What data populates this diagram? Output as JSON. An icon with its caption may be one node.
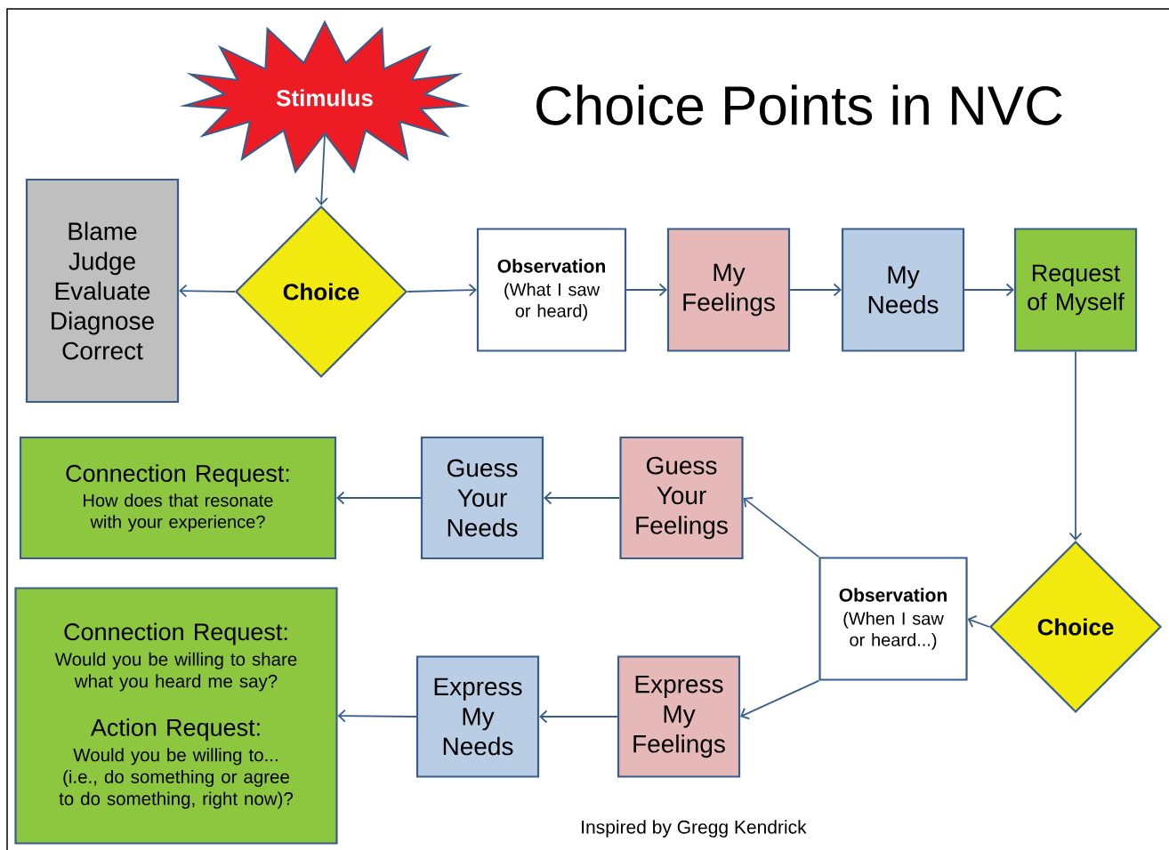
{
  "diagram": {
    "title": "Choice Points in NVC",
    "nodes": [
      {
        "text": [
          "Stimulus"
        ]
      },
      {
        "text": [
          "Choice"
        ]
      },
      {
        "text": [
          "Blame Judge Evaluate Diagnose Correct"
        ]
      },
      {
        "text": [
          "Observation",
          "(What I saw or heard)"
        ]
      },
      {
        "text": [
          "My Feelings"
        ]
      },
      {
        "text": [
          "My Needs"
        ]
      },
      {
        "text": [
          "Request of Myself"
        ]
      },
      {
        "text": [
          "Choice"
        ]
      },
      {
        "text": [
          "Observation",
          "(When I saw or heard...)"
        ]
      },
      {
        "text": [
          "Guess Your Feelings"
        ]
      },
      {
        "text": [
          "Guess Your Needs"
        ]
      },
      {
        "text": [
          "Connection Request:",
          "How does that resonate with your experience?"
        ]
      },
      {
        "text": [
          "Express My Feelings"
        ]
      },
      {
        "text": [
          "Express My Needs"
        ]
      },
      {
        "text": [
          "Connection Request:",
          "Would you be willing to share what you heard me say?",
          "Action Request:",
          "Would you be willing to... (i.e., do something or agree to do something, right now)?"
        ]
      }
    ],
    "edges": [
      {
        "from": 0,
        "to": 1,
        "arrow": "to"
      },
      {
        "from": 1,
        "to": 2,
        "arrow": "to"
      },
      {
        "from": 1,
        "to": 3,
        "arrow": "to"
      },
      {
        "from": 3,
        "to": 4,
        "arrow": "to"
      },
      {
        "from": 4,
        "to": 5,
        "arrow": "to"
      },
      {
        "from": 5,
        "to": 6,
        "arrow": "to"
      },
      {
        "from": 6,
        "to": 7,
        "arrow": "to"
      },
      {
        "from": 7,
        "to": 8,
        "arrow": "to"
      },
      {
        "from": 8,
        "to": 9,
        "arrow": "to"
      },
      {
        "from": 9,
        "to": 10,
        "arrow": "to"
      },
      {
        "from": 10,
        "to": 11,
        "arrow": "to"
      },
      {
        "from": 8,
        "to": 12,
        "arrow": "to"
      },
      {
        "from": 12,
        "to": 13,
        "arrow": "to"
      },
      {
        "from": 13,
        "to": 14,
        "arrow": "to"
      }
    ],
    "labels": [
      "Inspired by Gregg Kendrick"
    ]
  }
}
